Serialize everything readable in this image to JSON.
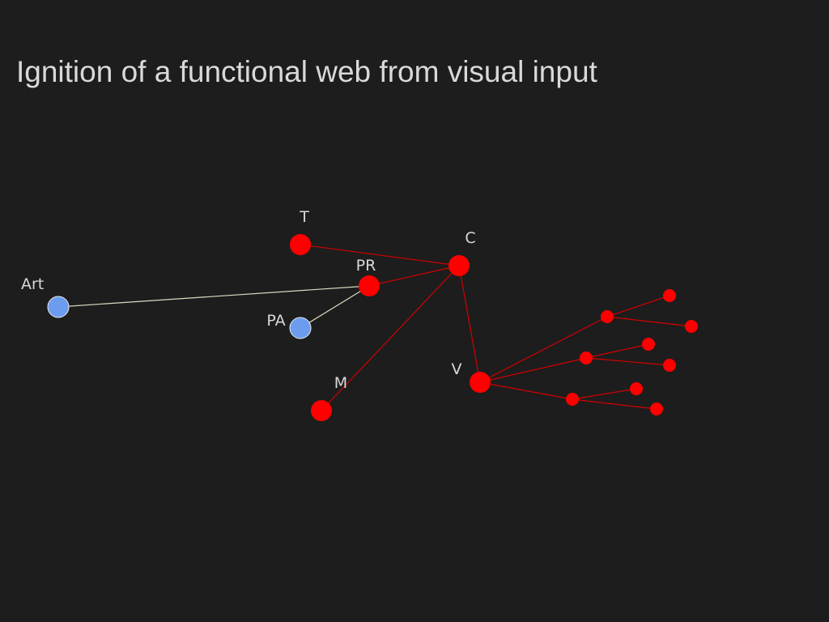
{
  "slide": {
    "title": "Ignition of a functional web from visual input"
  },
  "diagram": {
    "colors": {
      "background": "#1d1d1d",
      "active_node": "#ff0000",
      "active_edge": "#d40000",
      "inactive_node": "#6b9cf0",
      "inactive_edge": "#d8dcc0",
      "label": "#d9d9d9"
    },
    "nodes": [
      {
        "id": "T",
        "label": "T",
        "state": "active"
      },
      {
        "id": "C",
        "label": "C",
        "state": "active"
      },
      {
        "id": "PR",
        "label": "PR",
        "state": "active"
      },
      {
        "id": "Art",
        "label": "Art",
        "state": "inactive"
      },
      {
        "id": "PA",
        "label": "PA",
        "state": "inactive"
      },
      {
        "id": "M",
        "label": "M",
        "state": "active"
      },
      {
        "id": "V",
        "label": "V",
        "state": "active"
      },
      {
        "id": "V1",
        "label": "",
        "state": "active"
      },
      {
        "id": "V2",
        "label": "",
        "state": "active"
      },
      {
        "id": "V3",
        "label": "",
        "state": "active"
      },
      {
        "id": "V1a",
        "label": "",
        "state": "active"
      },
      {
        "id": "V1b",
        "label": "",
        "state": "active"
      },
      {
        "id": "V2a",
        "label": "",
        "state": "active"
      },
      {
        "id": "V2b",
        "label": "",
        "state": "active"
      },
      {
        "id": "V3a",
        "label": "",
        "state": "active"
      },
      {
        "id": "V3b",
        "label": "",
        "state": "active"
      }
    ],
    "edges": [
      {
        "from": "T",
        "to": "C",
        "state": "active"
      },
      {
        "from": "PR",
        "to": "C",
        "state": "active"
      },
      {
        "from": "M",
        "to": "C",
        "state": "active"
      },
      {
        "from": "C",
        "to": "V",
        "state": "active"
      },
      {
        "from": "Art",
        "to": "PR",
        "state": "inactive"
      },
      {
        "from": "PA",
        "to": "PR",
        "state": "inactive"
      },
      {
        "from": "V",
        "to": "V1",
        "state": "active"
      },
      {
        "from": "V",
        "to": "V2",
        "state": "active"
      },
      {
        "from": "V",
        "to": "V3",
        "state": "active"
      },
      {
        "from": "V1",
        "to": "V1a",
        "state": "active"
      },
      {
        "from": "V1",
        "to": "V1b",
        "state": "active"
      },
      {
        "from": "V2",
        "to": "V2a",
        "state": "active"
      },
      {
        "from": "V2",
        "to": "V2b",
        "state": "active"
      },
      {
        "from": "V3",
        "to": "V3a",
        "state": "active"
      },
      {
        "from": "V3",
        "to": "V3b",
        "state": "active"
      }
    ]
  }
}
